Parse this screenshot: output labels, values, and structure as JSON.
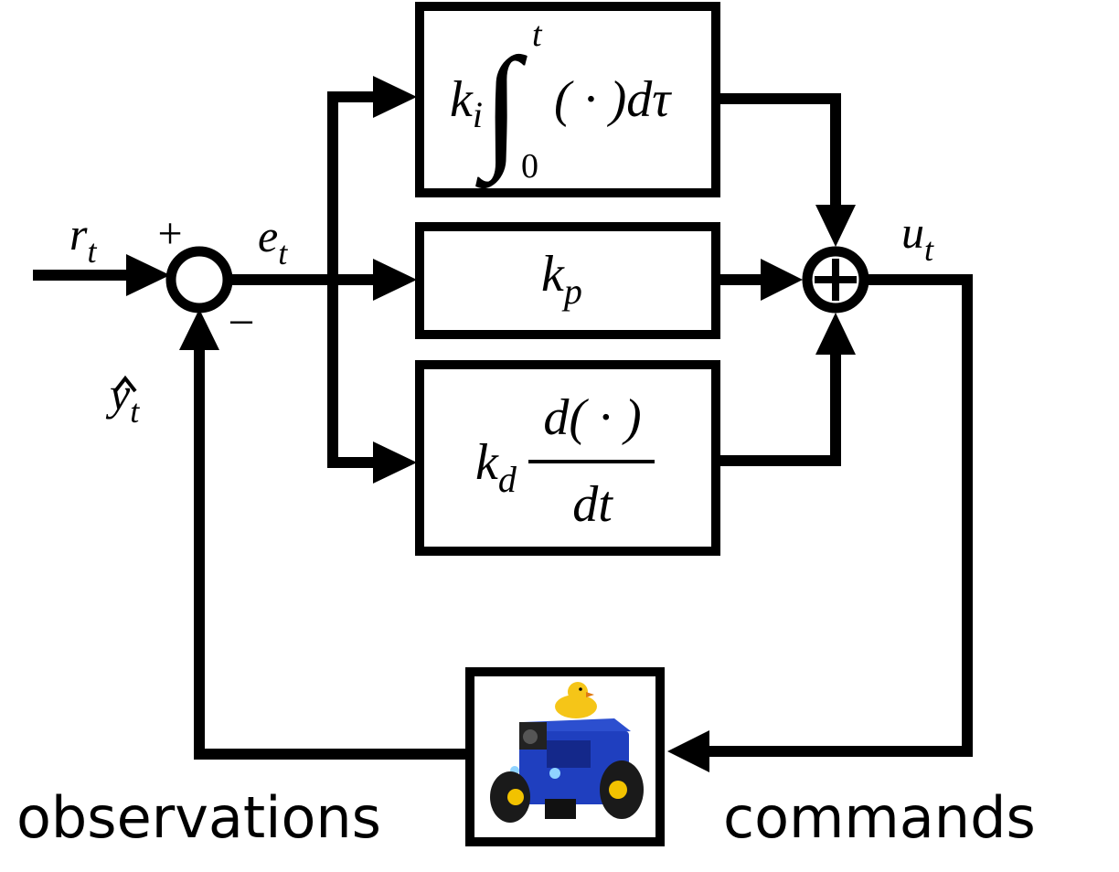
{
  "signals": {
    "reference": {
      "sym": "r",
      "sub": "t"
    },
    "error": {
      "sym": "e",
      "sub": "t"
    },
    "control": {
      "sym": "u",
      "sub": "t"
    },
    "estimate": {
      "sym": "y",
      "sub": "t"
    }
  },
  "summing_junction": {
    "plus": "+",
    "minus": "−"
  },
  "adder": {
    "symbol": "+"
  },
  "blocks": {
    "integral": {
      "gain": "k",
      "gain_sub": "i",
      "lower": "0",
      "upper": "t",
      "integrand": "( · )dτ"
    },
    "proportional": {
      "gain": "k",
      "gain_sub": "p"
    },
    "derivative": {
      "gain": "k",
      "gain_sub": "d",
      "numerator": "d( · )",
      "denominator": "dt"
    }
  },
  "labels": {
    "observations": "observations",
    "commands": "commands"
  },
  "colors": {
    "line": "#000000",
    "background": "#ffffff",
    "robot_body": "#1f3fbf",
    "duck": "#f5c518",
    "wheel_hub": "#f2c200"
  },
  "plant_image": "duckiebot-robot"
}
